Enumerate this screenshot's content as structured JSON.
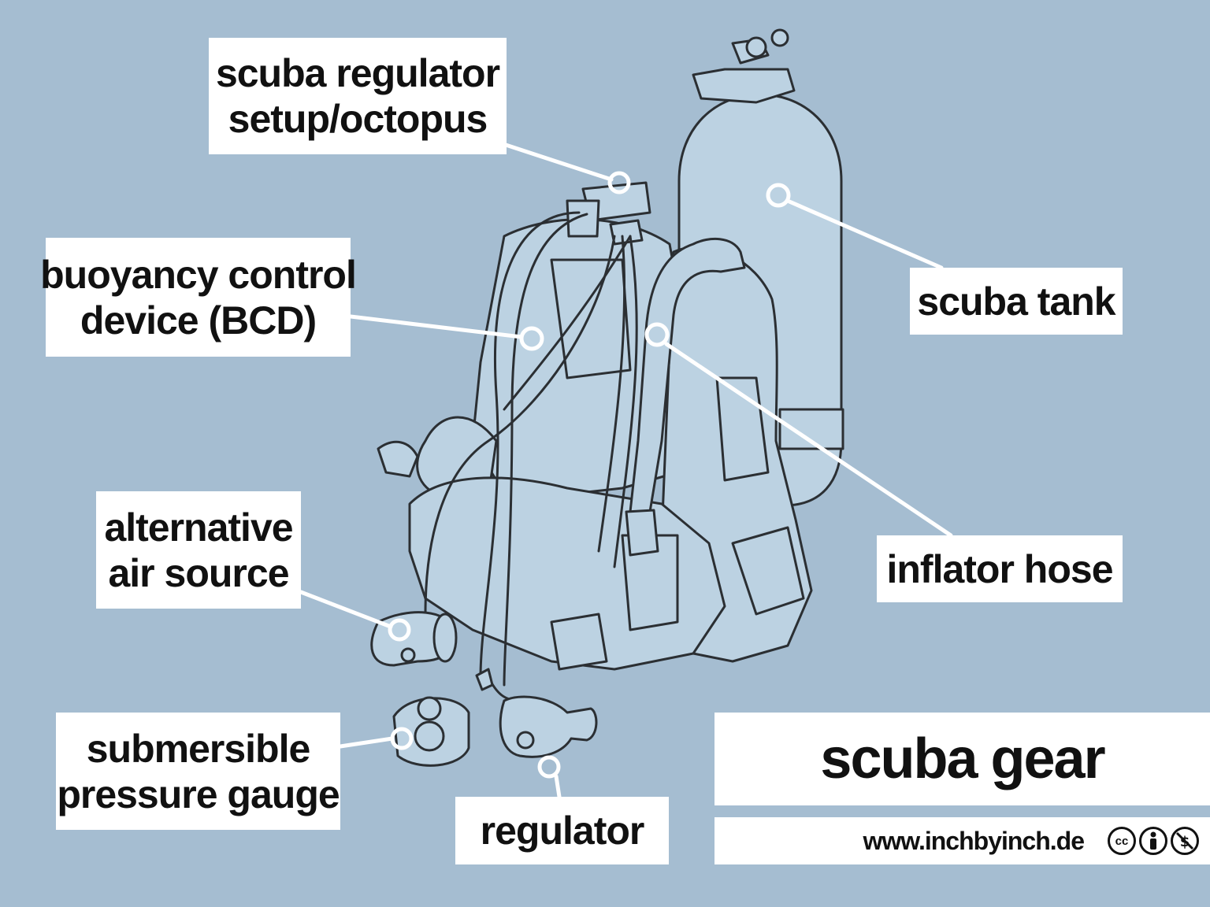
{
  "labels": {
    "regulator_setup": [
      "scuba regulator",
      "setup/octopus"
    ],
    "bcd": [
      "buoyancy control",
      "device (BCD)"
    ],
    "alt_air": [
      "alternative",
      "air source"
    ],
    "gauge": [
      "submersible",
      "pressure gauge"
    ],
    "regulator": [
      "regulator"
    ],
    "tank": [
      "scuba tank"
    ],
    "inflator": [
      "inflator hose"
    ]
  },
  "title": "scuba gear",
  "footer": {
    "url": "www.inchbyinch.de",
    "license_icons": [
      "cc-icon",
      "attribution-icon",
      "noncommercial-icon"
    ],
    "cc_text": "cc"
  },
  "colors": {
    "background": "#a5bdd1",
    "label_bg": "#ffffff",
    "leader_line": "#ffffff",
    "drawing_fill": "#bcd2e2",
    "drawing_stroke": "#2b2f33"
  }
}
